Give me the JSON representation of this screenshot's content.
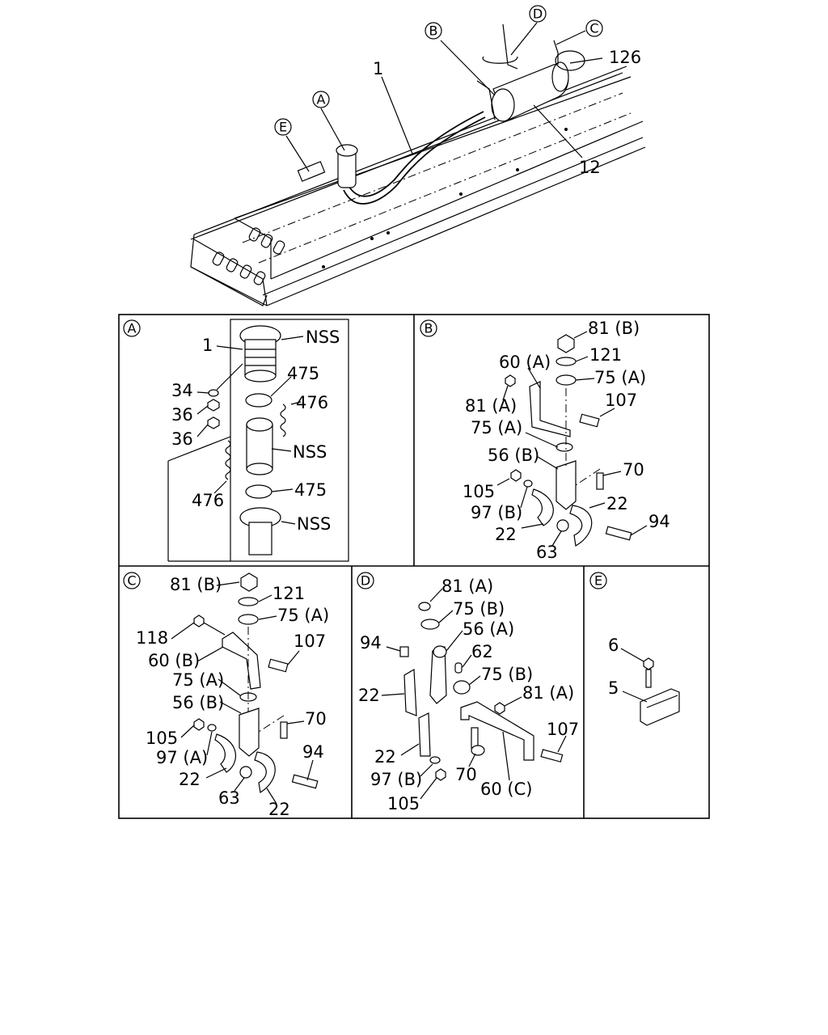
{
  "overview": {
    "callouts": [
      "A",
      "B",
      "C",
      "D",
      "E"
    ],
    "labels": [
      "1",
      "12",
      "126"
    ]
  },
  "panels": {
    "A": {
      "letter": "A",
      "labels": [
        "1",
        "NSS",
        "475",
        "476",
        "34",
        "36",
        "36",
        "NSS",
        "476",
        "475",
        "NSS"
      ]
    },
    "B": {
      "letter": "B",
      "labels": [
        "81 (B)",
        "121",
        "60 (A)",
        "75 (A)",
        "81 (A)",
        "107",
        "75 (A)",
        "56 (B)",
        "70",
        "105",
        "97 (B)",
        "22",
        "22",
        "94",
        "63"
      ]
    },
    "C": {
      "letter": "C",
      "labels": [
        "81 (B)",
        "121",
        "75 (A)",
        "118",
        "107",
        "60 (B)",
        "75 (A)",
        "56 (B)",
        "70",
        "105",
        "97 (A)",
        "94",
        "22",
        "63",
        "22"
      ]
    },
    "D": {
      "letter": "D",
      "labels": [
        "81 (A)",
        "75 (B)",
        "56 (A)",
        "94",
        "62",
        "75 (B)",
        "22",
        "81 (A)",
        "107",
        "22",
        "97 (B)",
        "70",
        "60 (C)",
        "105"
      ]
    },
    "E": {
      "letter": "E",
      "labels": [
        "6",
        "5"
      ]
    }
  }
}
